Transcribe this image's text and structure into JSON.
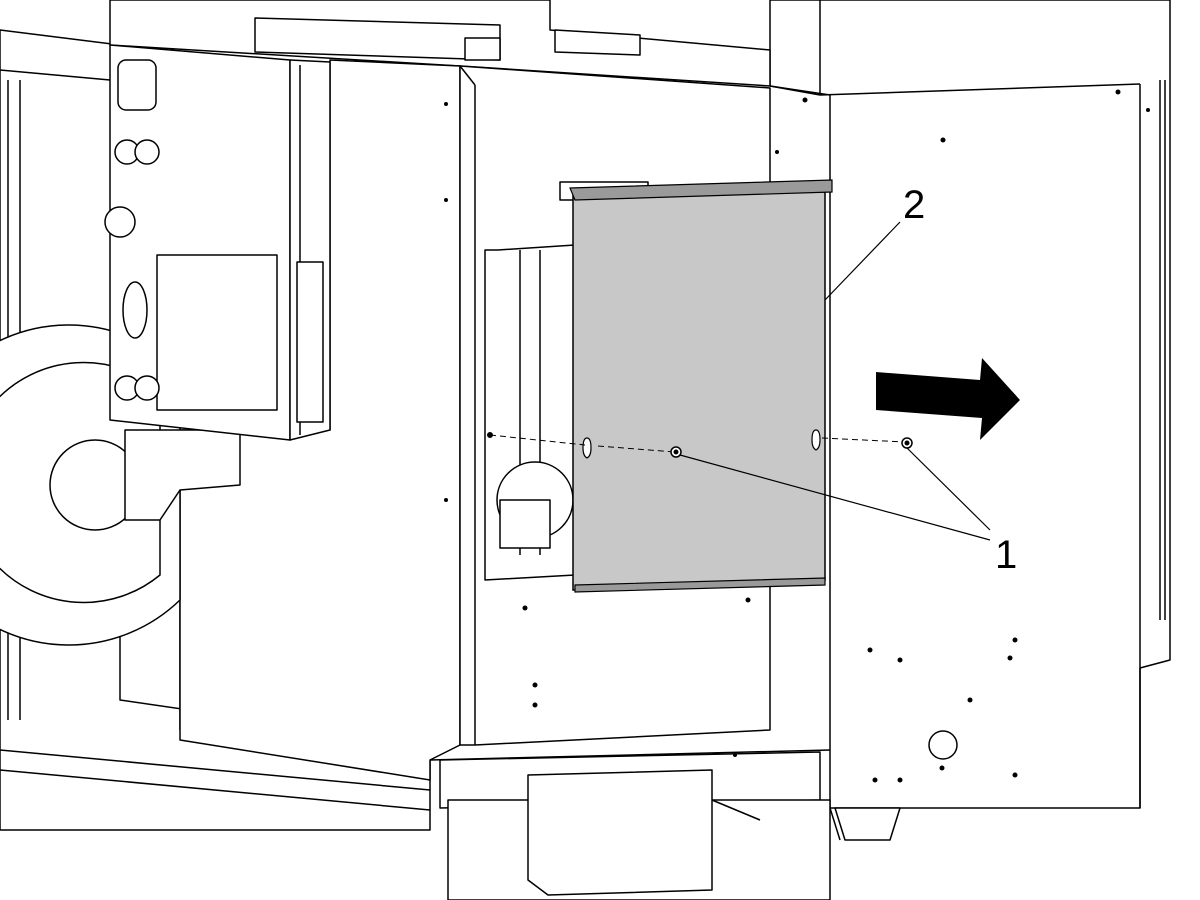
{
  "callouts": [
    {
      "id": "screws",
      "text": "1"
    },
    {
      "id": "cover-panel",
      "text": "2"
    }
  ],
  "colors": {
    "line": "#000000",
    "panel_fill": "#ffffff",
    "cover_fill": "#c8c8c8",
    "cover_edge": "#9a9a9a",
    "arrow": "#000000"
  },
  "icons": {
    "direction": "arrow-right-icon"
  }
}
